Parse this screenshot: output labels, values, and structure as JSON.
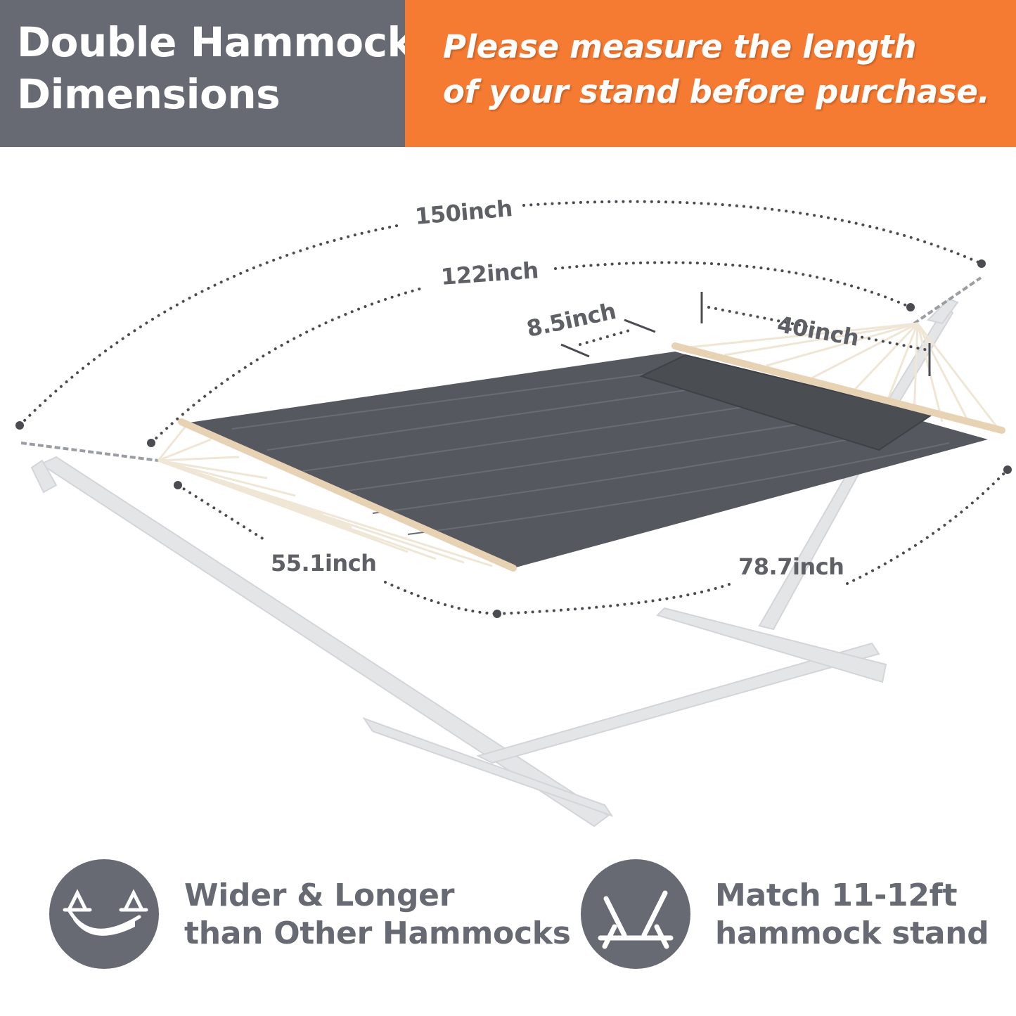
{
  "header": {
    "title_line1": "Double Hammock",
    "title_line2": "Dimensions",
    "note_line1": "Please measure the length",
    "note_line2": "of your stand before purchase.",
    "left_color": "#676a72",
    "right_color": "#f57b33"
  },
  "dimensions": {
    "total_length": "150inch",
    "bed_length": "122inch",
    "pillow_width": "8.5inch",
    "pillow_length": "40inch",
    "bed_width": "55.1inch",
    "diagonal": "78.7inch"
  },
  "features": [
    {
      "icon": "hammock-icon",
      "line1": "Wider & Longer",
      "line2": "than Other Hammocks"
    },
    {
      "icon": "stand-icon",
      "line1": "Match 11-12ft",
      "line2": "hammock stand"
    }
  ]
}
